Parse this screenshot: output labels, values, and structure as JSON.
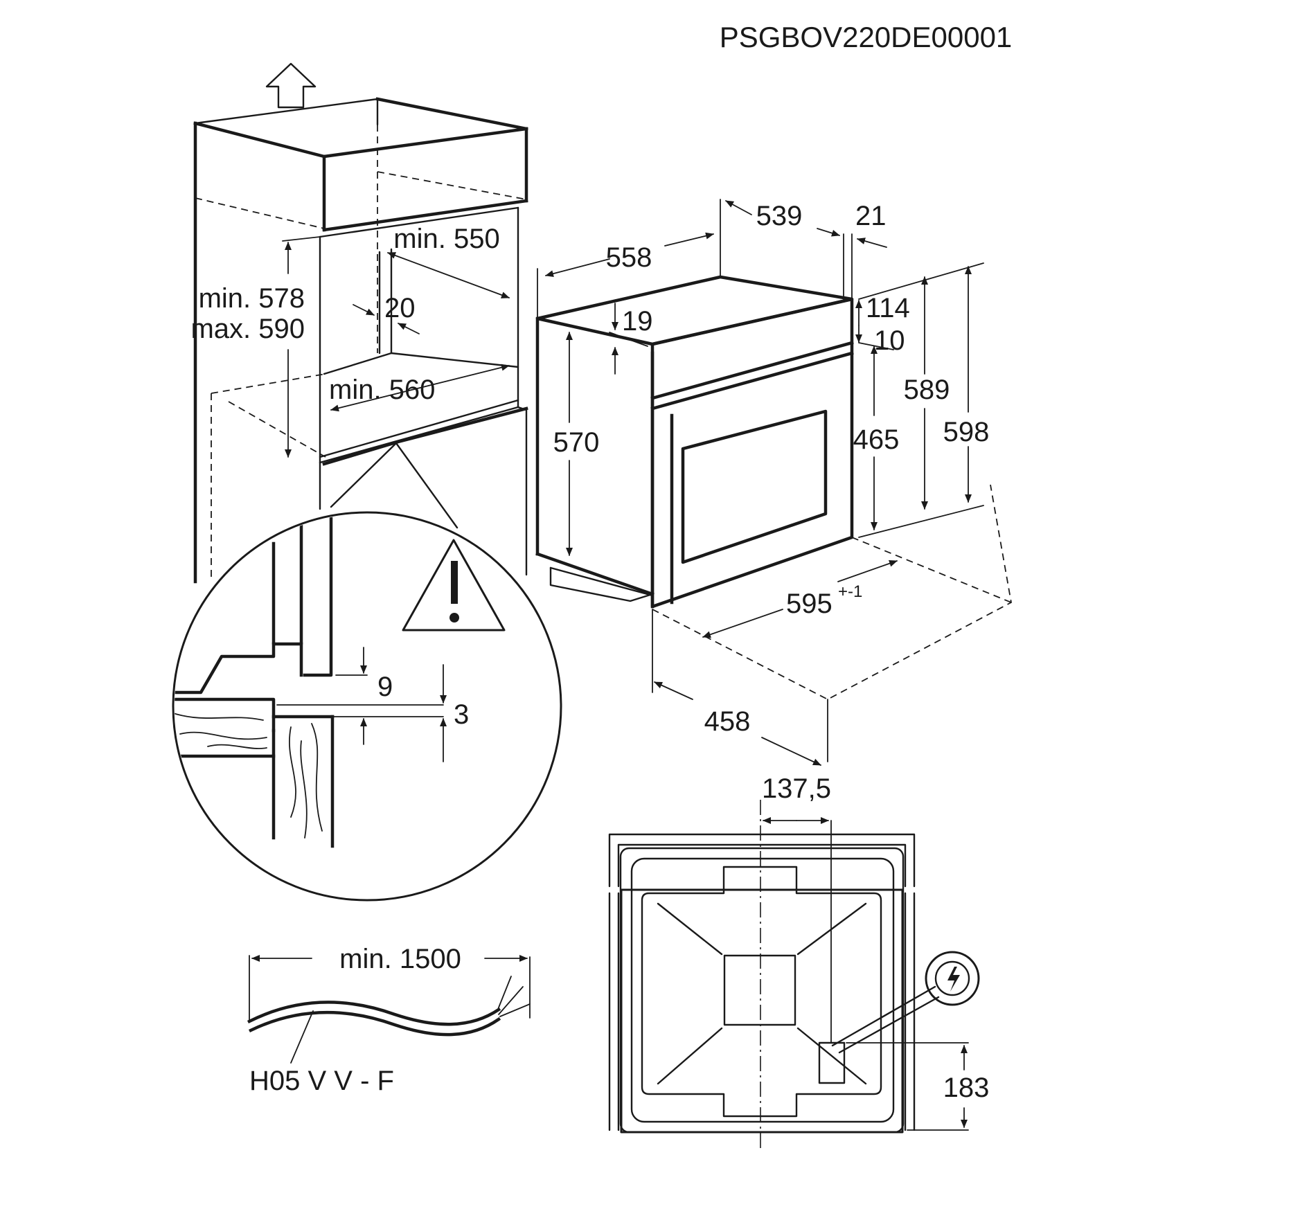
{
  "doc_code": "PSGBOV220DE00001",
  "niche": {
    "height_min": "min. 578",
    "height_max": "max. 590",
    "depth_min": "min. 550",
    "vent_gap": "20",
    "width_min": "min. 560"
  },
  "oven": {
    "depth_total": "558",
    "depth_body": "539",
    "door_thickness": "21",
    "body_height": "570",
    "front_offset": "19",
    "panel_height": "114",
    "panel_gap": "10",
    "door_glass_height": "465",
    "height_body": "589",
    "height_total": "598",
    "width": "595",
    "width_tolerance": "+-1",
    "depth_lower": "458"
  },
  "detail": {
    "gap_top": "9",
    "gap_bottom": "3"
  },
  "cable": {
    "length": "min. 1500",
    "type": "H05 V V - F"
  },
  "back": {
    "offset_x": "137,5",
    "offset_y": "183"
  },
  "icons": [
    "warning-icon",
    "electric-connection-icon",
    "arrow-up-icon"
  ]
}
